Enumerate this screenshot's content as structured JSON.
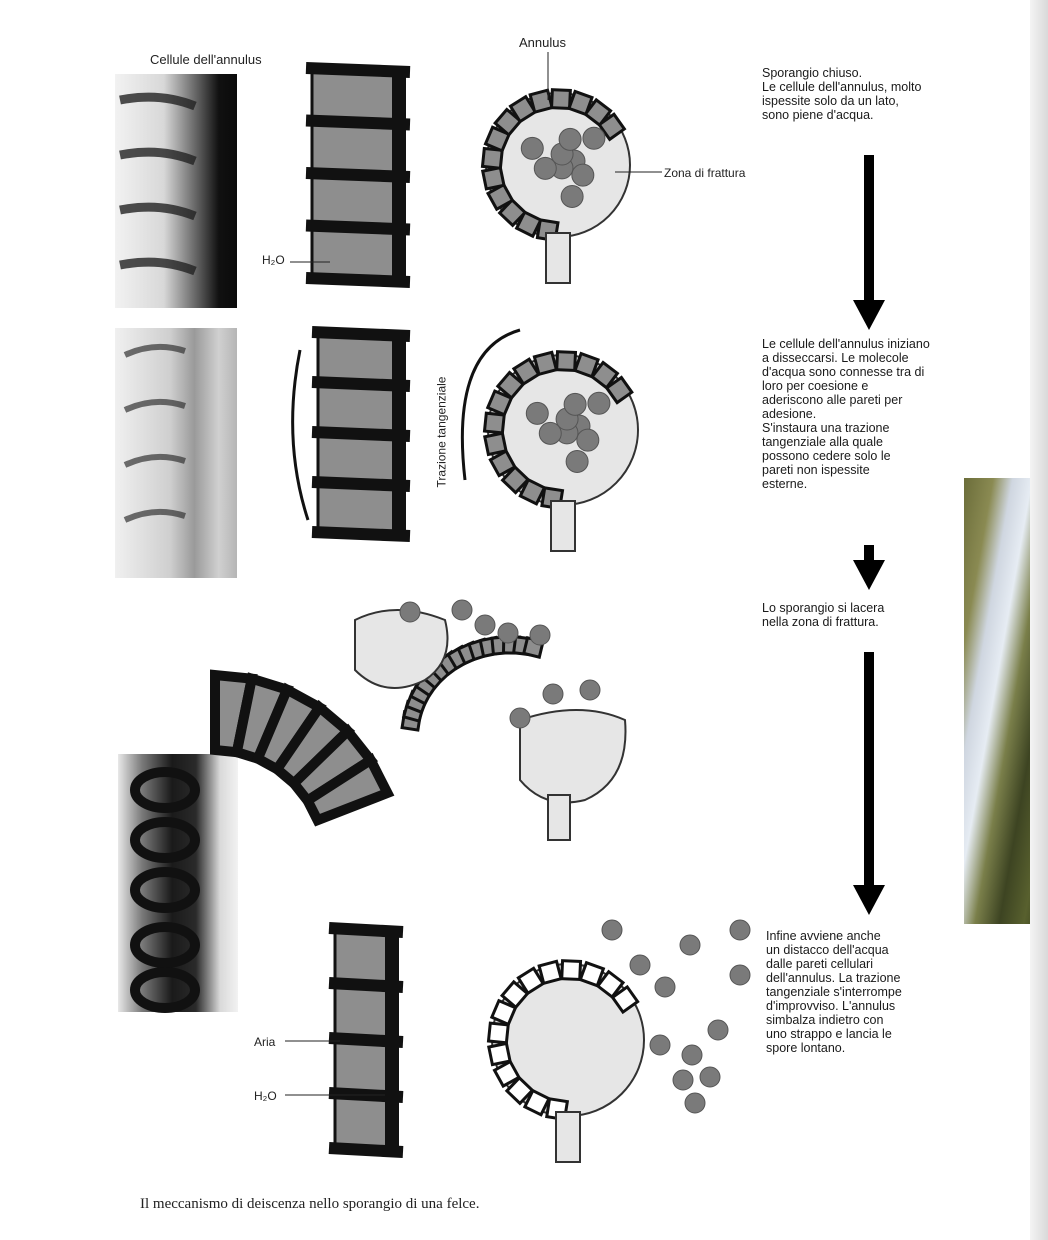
{
  "labels": {
    "cellule_annulus": "Cellule dell'annulus",
    "annulus": "Annulus",
    "zona_frattura": "Zona di frattura",
    "h2o_top": "H₂O",
    "trazione": "Trazione tangenziale",
    "aria": "Aria",
    "h2o_bottom": "H₂O"
  },
  "steps": [
    {
      "text": "Sporangio chiuso.\nLe cellule dell'annulus, molto\nispessite solo da un lato,\nsono piene d'acqua."
    },
    {
      "text": "Le cellule dell'annulus iniziano\na disseccarsi. Le molecole\nd'acqua sono connesse tra di\nloro per coesione e\naderiscono alle pareti per\nadesione.\nS'instaura una trazione\ntangenziale alla quale\npossono cedere solo le\npareti non ispessite\nesterne."
    },
    {
      "text": "Lo sporangio si lacera\nnella zona di frattura."
    },
    {
      "text": "Infine avviene anche\nun distacco dell'acqua\ndalle pareti cellulari\ndell'annulus. La trazione\ntangenziale s'interrompe\nd'improvviso. L'annulus\nsimbalza indietro con\nuno strappo e lancia le\nspore lontano."
    }
  ],
  "caption": "Il meccanismo di deiscenza nello sporangio di una felce.",
  "colors": {
    "wall": "#111111",
    "cell_fill": "#8e8e8e",
    "spore": "#7a7a7a",
    "light_cell": "#e6e6e6"
  }
}
